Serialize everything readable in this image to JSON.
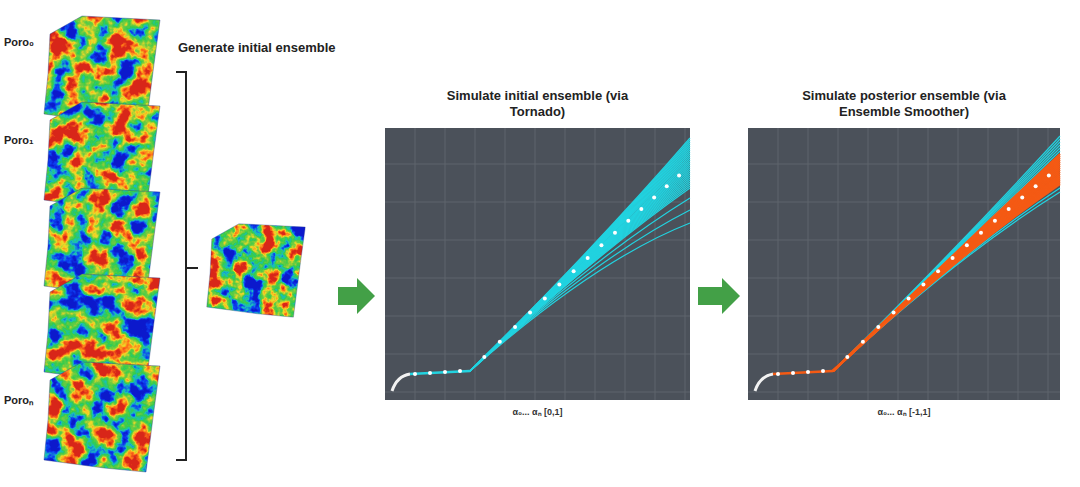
{
  "diagram": {
    "nodes": [
      {
        "text": [
          "Simulate initial ensemble (via Tornado)",
          "α₀... αₙ [0,1]"
        ]
      },
      {
        "text": [
          "Simulate posterior ensemble (via Ensemble Smoother)",
          "α₀... αₙ [-1,1]"
        ]
      }
    ],
    "edges": [
      {
        "from": 0,
        "to": 1,
        "arrow": "to"
      }
    ],
    "labels": [
      "Poro₀",
      "Generate initial ensemble",
      "Poro₁",
      "Poroₙ"
    ]
  }
}
